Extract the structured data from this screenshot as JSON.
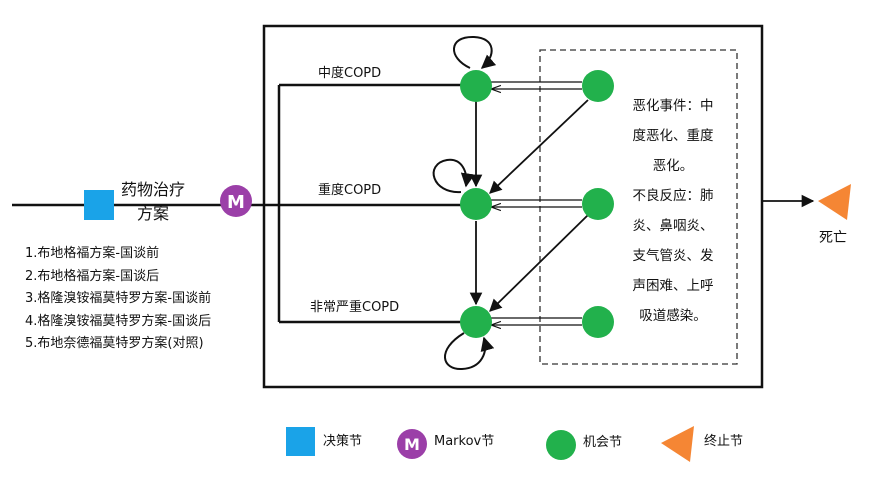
{
  "treatment_label": [
    "药物治疗",
    "方案"
  ],
  "markov_letter": "M",
  "states": {
    "moderate": "中度COPD",
    "severe": "重度COPD",
    "very_severe": "非常严重COPD"
  },
  "strategies": [
    "1.布地格福方案-国谈前",
    "2.布地格福方案-国谈后",
    "3.格隆溴铵福莫特罗方案-国谈前",
    "4.格隆溴铵福莫特罗方案-国谈后",
    "5.布地奈德福莫特罗方案(对照)"
  ],
  "events": {
    "exacerbation": [
      "恶化事件：中",
      "度恶化、重度",
      "恶化。"
    ],
    "adverse": [
      "不良反应：肺",
      "炎、鼻咽炎、",
      "支气管炎、发",
      "声困难、上呼",
      "吸道感染。"
    ]
  },
  "death_label": "死亡",
  "legend": {
    "decision": "决策节",
    "markov": "Markov节",
    "chance": "机会节",
    "terminal": "终止节"
  },
  "colors": {
    "decision": "#1aa3e8",
    "markov": "#9b3fa8",
    "chance": "#22b14c",
    "terminal": "#f58634",
    "line": "#111111"
  }
}
